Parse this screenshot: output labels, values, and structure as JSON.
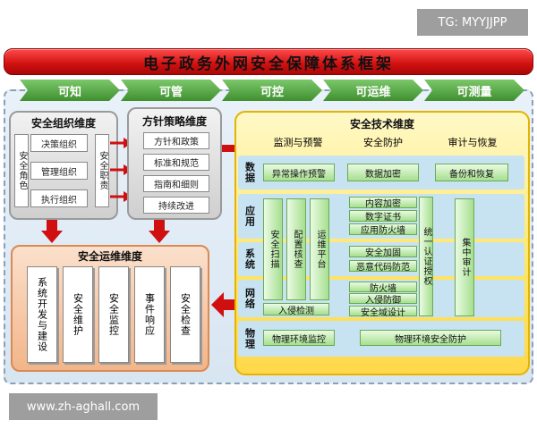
{
  "watermarks": {
    "top": "TG: MYYJJPP",
    "bottom": "www.zh-aghall.com"
  },
  "title": "电子政务外网安全保障体系框架",
  "phases": [
    "可知",
    "可管",
    "可控",
    "可运维",
    "可测量"
  ],
  "org": {
    "title": "安全组织维度",
    "left_col": "安全角色",
    "right_col": "安全职责",
    "items": [
      "决策组织",
      "管理组织",
      "执行组织"
    ]
  },
  "policy": {
    "title": "方针策略维度",
    "items": [
      "方针和政策",
      "标准和规范",
      "指南和细则",
      "持续改进"
    ]
  },
  "tech": {
    "title": "安全技术维度",
    "columns": [
      "监测与预警",
      "安全防护",
      "审计与恢复"
    ],
    "rows": [
      "数据",
      "应用",
      "系统",
      "网络",
      "物理"
    ],
    "data_row": [
      "异常操作预警",
      "数据加密",
      "备份和恢复"
    ],
    "monitor_cols": [
      "安全扫描",
      "配置核查",
      "运维平台"
    ],
    "intrusion_detect": "入侵检测",
    "app_items": [
      "内容加密",
      "数字证书",
      "应用防火墙"
    ],
    "sys_items": [
      "安全加固",
      "恶意代码防范"
    ],
    "net_items": [
      "防火墙",
      "入侵防御",
      "安全域设计"
    ],
    "auth": "统一认证授权",
    "audit": "集中审计",
    "phys_monitor": "物理环境监控",
    "phys_protect": "物理环境安全防护"
  },
  "ops": {
    "title": "安全运维维度",
    "items": [
      "系统开发与建设",
      "安全维护",
      "安全监控",
      "事件响应",
      "安全检查"
    ]
  }
}
